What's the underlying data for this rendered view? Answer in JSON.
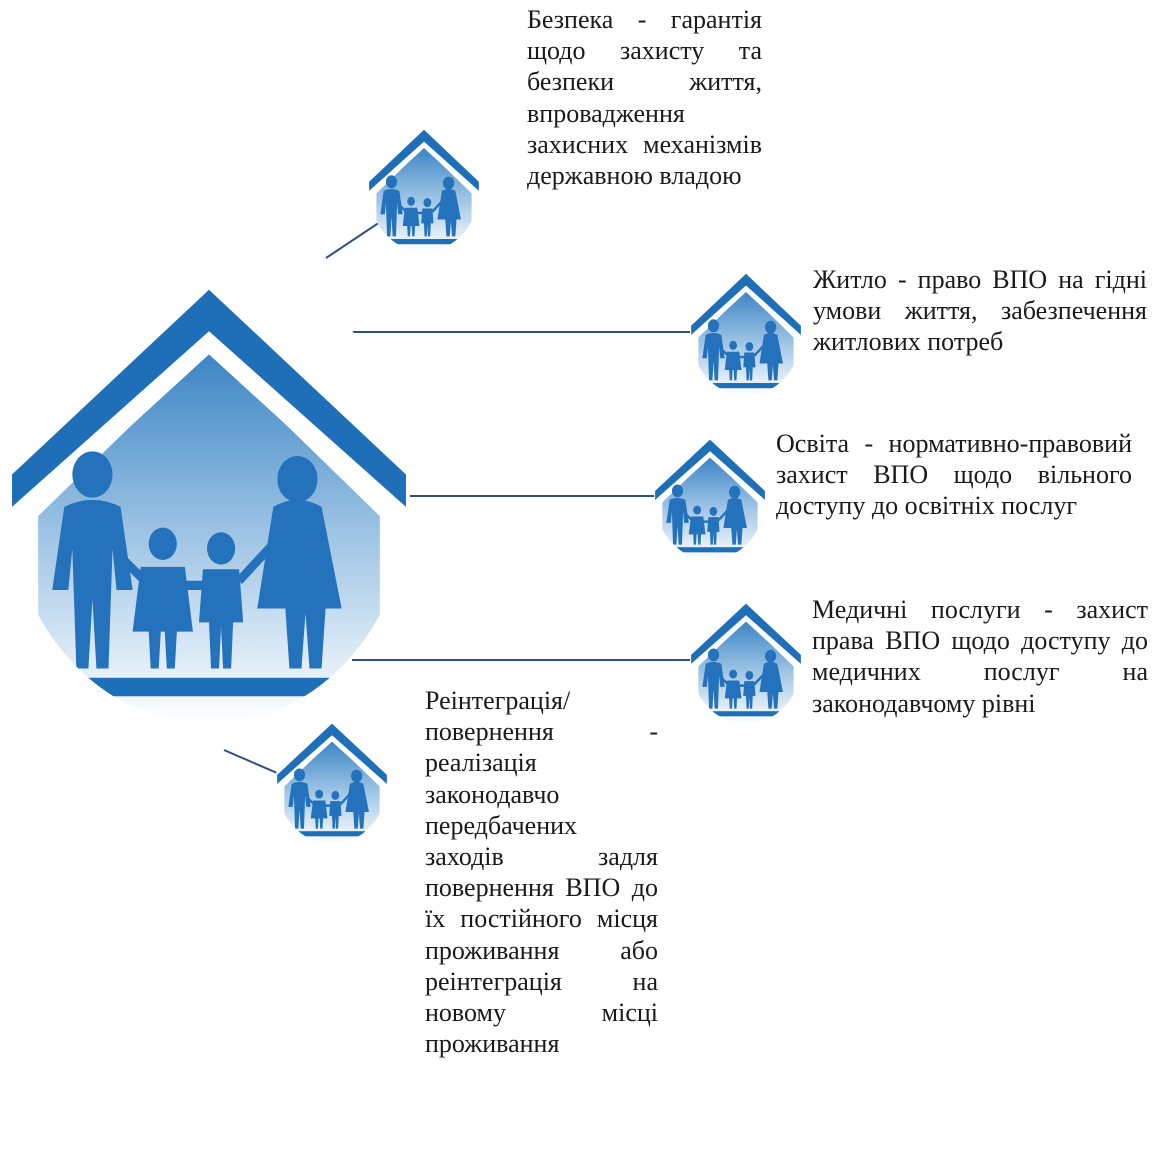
{
  "diagram": {
    "central_icon": "house-family-icon",
    "node_icon": "house-family-icon",
    "colors": {
      "roof": "#1f6fb8",
      "figure": "#2472bb",
      "gradient_top": "#3a84c4",
      "gradient_bottom": "#ffffff",
      "connector": "#2f4f86"
    },
    "nodes": [
      {
        "id": "bezpeka",
        "text": "Безпека - гарантія щодо захисту та безпеки життя, впровадження захисних механізмів державною владою"
      },
      {
        "id": "zhytlo",
        "text": "Житло - право ВПО на гідні умови життя, забезпечення житлових потреб"
      },
      {
        "id": "osvita",
        "text": "Освіта - нормативно-правовий захист ВПО щодо вільного доступу до освітніх послуг"
      },
      {
        "id": "medical",
        "text": "Медичні послуги - захист права ВПО щодо доступу до медичних послуг на законодавчому рівні"
      },
      {
        "id": "reintegration",
        "text": "Реінтеграція/ повернення - реалізація законодавчо передбачених заходів задля повернення ВПО до їх постійного місця проживання або реінтеграція на новому місці проживання"
      }
    ]
  }
}
